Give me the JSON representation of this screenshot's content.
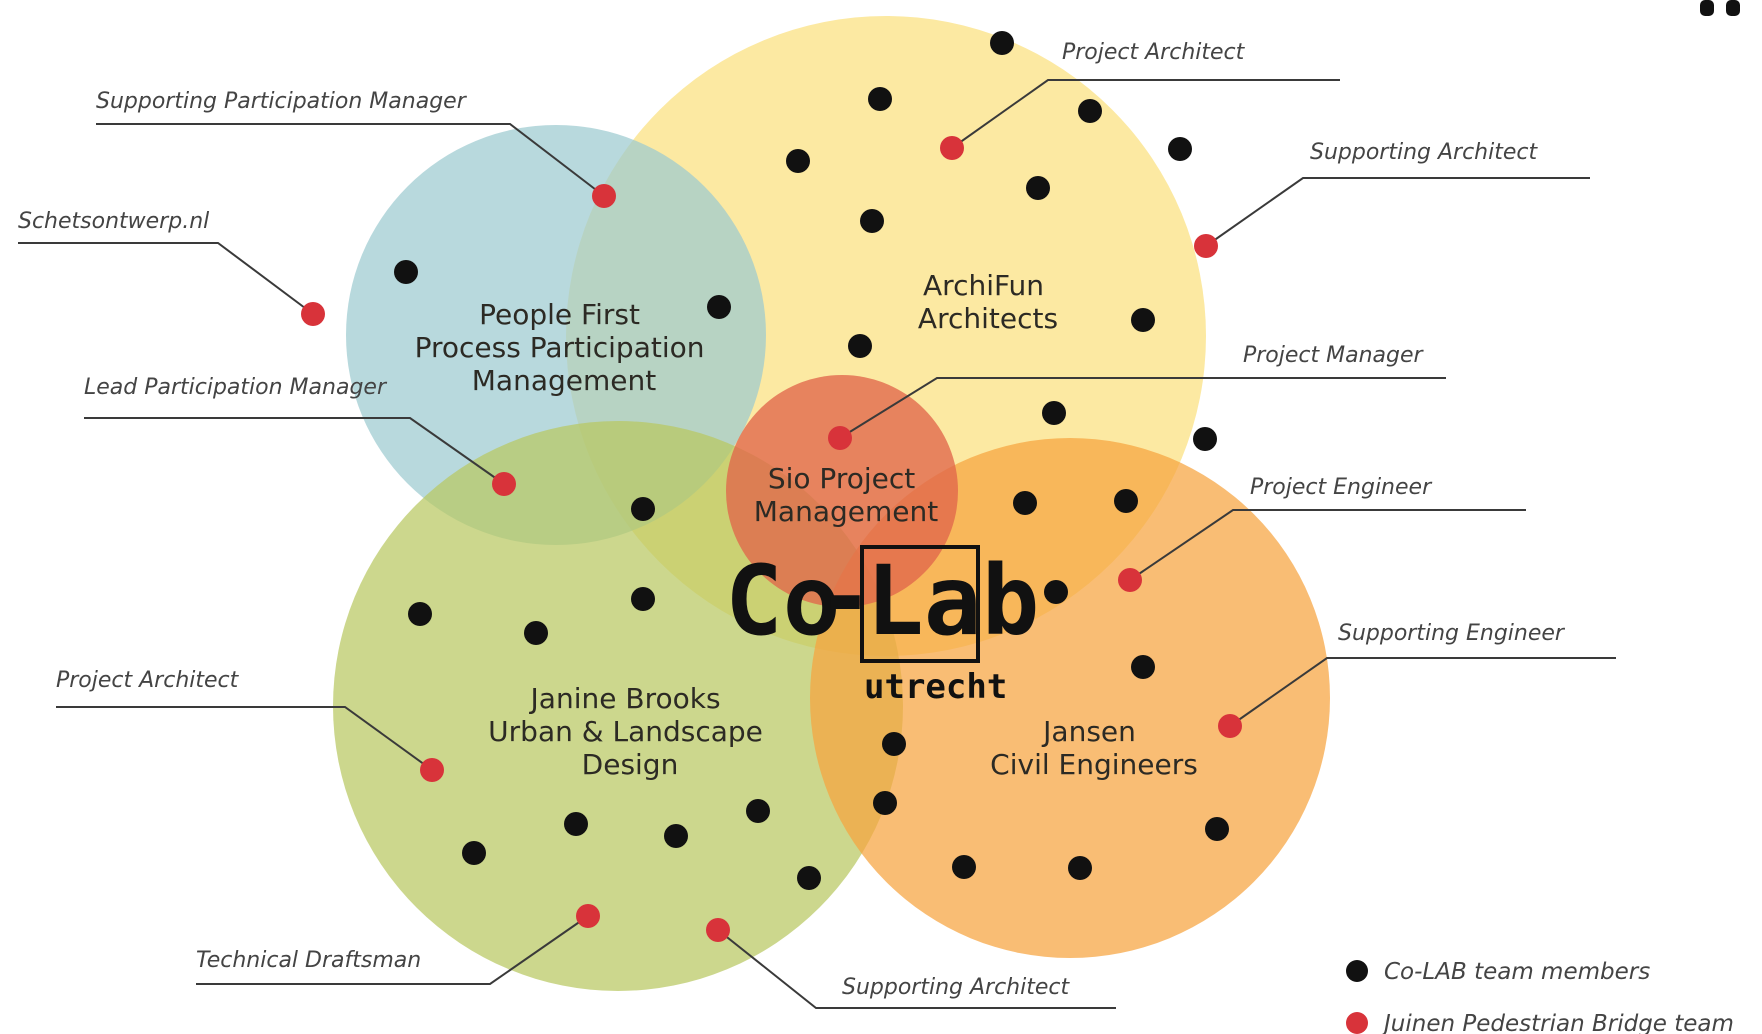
{
  "colors": {
    "blue_circle": "#9ccbd0",
    "yellow_circle": "#fbe07e",
    "green_circle": "#b9c761",
    "orange_circle": "#f6a33f",
    "red_circle": "#e0664a",
    "member_dot": "#111111",
    "bridge_team_dot": "#d8333a"
  },
  "circles": {
    "people_first": [
      "People First",
      "Process Participation",
      "Management"
    ],
    "archifun": [
      "ArchiFun",
      "Architects"
    ],
    "sio": [
      "Sio Project",
      "Management"
    ],
    "janine": [
      "Janine Brooks",
      "Urban & Landscape",
      "Design"
    ],
    "jansen": [
      "Jansen",
      "Civil Engineers"
    ]
  },
  "logo": {
    "co": "Co",
    "dash": "-",
    "lab": "Lab",
    "city": "utrecht"
  },
  "roles": {
    "supporting_participation_manager": "Supporting Participation Manager",
    "schetsontwerp": "Schetsontwerp.nl",
    "lead_participation_manager": "Lead Participation Manager",
    "project_architect_top": "Project Architect",
    "supporting_architect_top": "Supporting Architect",
    "project_manager": "Project Manager",
    "project_engineer": "Project Engineer",
    "supporting_engineer": "Supporting Engineer",
    "project_architect_left": "Project Architect",
    "technical_draftsman": "Technical Draftsman",
    "supporting_architect_bottom": "Supporting Architect"
  },
  "legend": {
    "members": "Co-LAB team members",
    "bridge_team": "Juinen Pedestrian Bridge team"
  }
}
